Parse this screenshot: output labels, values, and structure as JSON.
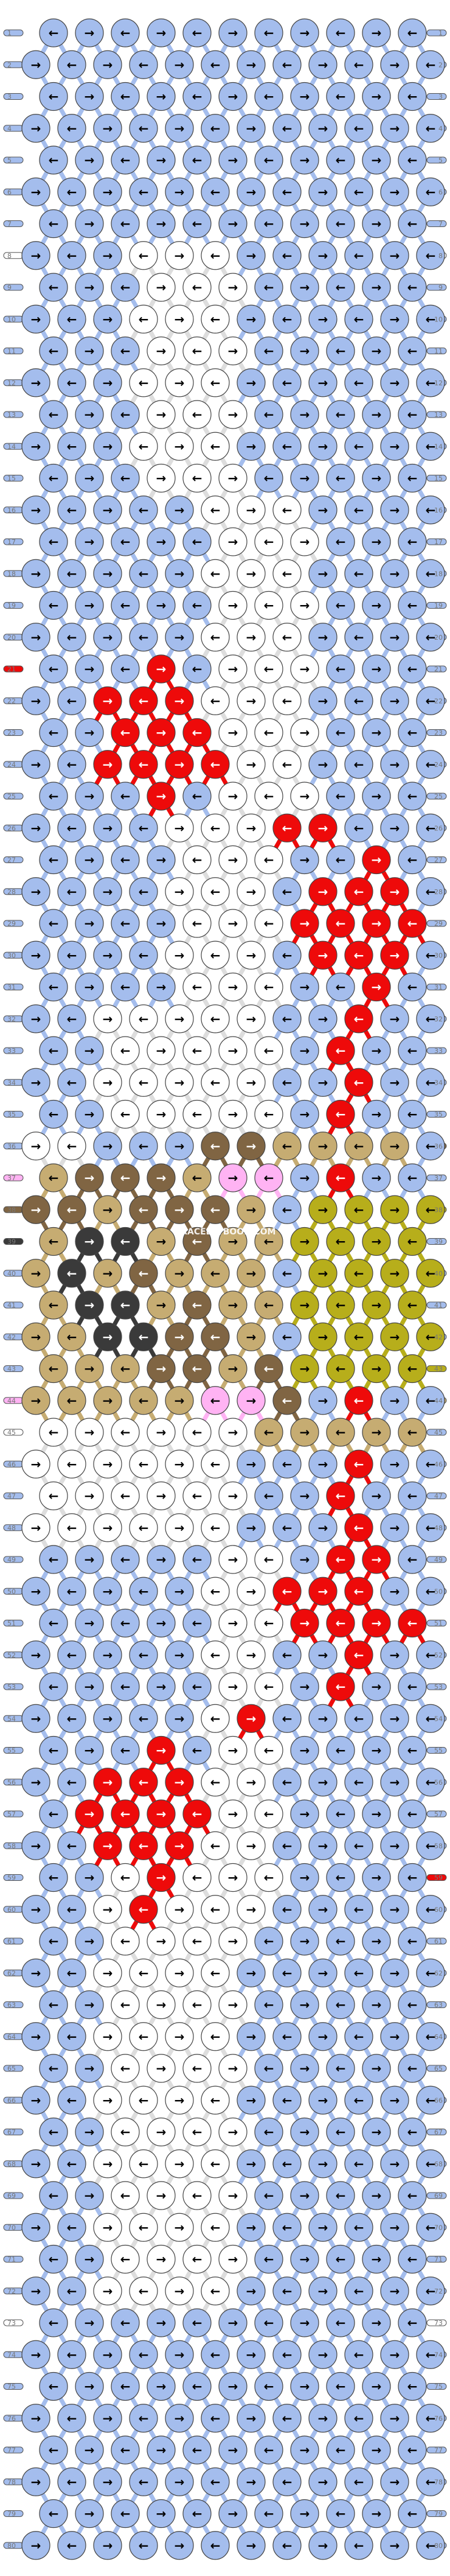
{
  "watermark": "BRACELETBOOK.COM",
  "colors": {
    "A": "#a4bded",
    "B": "#ffffff",
    "C": "#ee0a0a",
    "D": "#ffb3f3",
    "E": "#c6ac72",
    "F": "#806543",
    "G": "#3a3a3a",
    "H": "#b7ae1b"
  },
  "row_numbers": [
    "1",
    "2",
    "3",
    "4",
    "5",
    "6",
    "7",
    "8",
    "9",
    "10",
    "11",
    "12",
    "13",
    "14",
    "15",
    "16",
    "17",
    "18",
    "19",
    "20",
    "21",
    "22",
    "23",
    "24",
    "25",
    "26",
    "27",
    "28",
    "29",
    "30",
    "31",
    "32",
    "33",
    "34",
    "35",
    "36",
    "37",
    "38",
    "39",
    "40",
    "41",
    "42",
    "43",
    "44",
    "45",
    "46",
    "47",
    "48",
    "49",
    "50",
    "51",
    "52",
    "53",
    "54",
    "55",
    "56",
    "57",
    "58",
    "59",
    "60",
    "61",
    "62",
    "63",
    "64",
    "65",
    "66",
    "67",
    "68",
    "69",
    "70",
    "71",
    "72",
    "73",
    "74",
    "75",
    "76",
    "77",
    "78",
    "79",
    "80"
  ],
  "arrows": {
    "f": "→",
    "b": "←"
  },
  "strings": {
    "left": {
      "1": "A",
      "8": "B",
      "21": "C",
      "37": "D",
      "38": "F",
      "39": "G",
      "44": "D",
      "45": "B",
      "73": "B"
    },
    "right": {
      "8": "B",
      "36": "F",
      "38": "H",
      "43": "H",
      "44": "E",
      "59": "C",
      "73": "B"
    }
  }
}
